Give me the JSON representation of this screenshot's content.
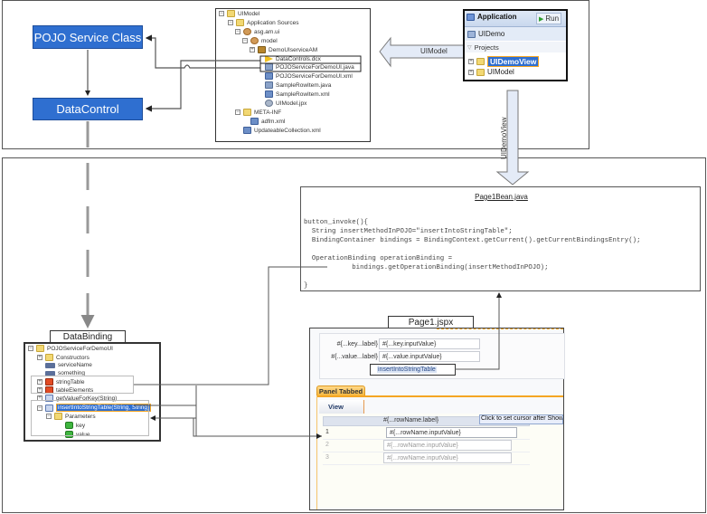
{
  "top_section": {
    "pojo_box": {
      "label": "POJO Service Class",
      "color": "#2f6fd0"
    },
    "datacontrol_box": {
      "label": "DataControl",
      "color": "#2f6fd0"
    },
    "uimodel_tree": {
      "items": [
        {
          "label": "UIModel",
          "icon": "project-icon",
          "toggle": "minus"
        },
        {
          "label": "Application Sources",
          "icon": "folder-icon",
          "toggle": "minus"
        },
        {
          "label": "asg.am.ui",
          "icon": "package-icon",
          "toggle": "minus"
        },
        {
          "label": "model",
          "icon": "package-icon",
          "toggle": "minus"
        },
        {
          "label": "DemoUIserviceAM",
          "icon": "app-module-icon",
          "toggle": "plus"
        },
        {
          "label": "DataControls.dcx",
          "icon": "dcx-icon",
          "toggle": ""
        },
        {
          "label": "POJOServiceForDemoUI.java",
          "icon": "java-file-icon",
          "toggle": ""
        },
        {
          "label": "POJOServiceForDemoUI.xml",
          "icon": "xml-file-icon",
          "toggle": ""
        },
        {
          "label": "SampleRowItem.java",
          "icon": "java-file-icon",
          "toggle": ""
        },
        {
          "label": "SampleRowItem.xml",
          "icon": "xml-file-icon",
          "toggle": ""
        },
        {
          "label": "UIModel.jpx",
          "icon": "jpx-file-icon",
          "toggle": ""
        },
        {
          "label": "META-INF",
          "icon": "folder-icon",
          "toggle": "minus"
        },
        {
          "label": "adfm.xml",
          "icon": "xml-file-icon",
          "toggle": ""
        },
        {
          "label": "UpdateableCollection.xml",
          "icon": "xml-file-icon",
          "toggle": ""
        }
      ]
    },
    "uimodel_arrow_label": "UIModel",
    "app_navigator": {
      "tab_application": "Application",
      "tab_run": "Run",
      "app_name": "UIDemo",
      "projects_header": "Projects",
      "projects": [
        {
          "label": "UIDemoView",
          "selected": true
        },
        {
          "label": "UIModel",
          "selected": false
        }
      ]
    }
  },
  "uidemoview_arrow_label": "UIDemoView",
  "bean_box": {
    "title": "Page1Bean.java",
    "code_lines": [
      "button_invoke(){",
      "  String insertMethodInPOJO=\"insertIntoStringTable\";",
      "  BindingContainer bindings = BindingContext.getCurrent().getCurrentBindingsEntry();",
      "",
      "  OperationBinding operationBinding =",
      "            bindings.getOperationBinding(insertMethodInPOJO);",
      "",
      "}"
    ]
  },
  "databinding": {
    "title": "DataBinding",
    "items": [
      {
        "label": "POJOServiceForDemoUI",
        "icon": "datacontrol-icon",
        "toggle": "minus"
      },
      {
        "label": "Constructors",
        "icon": "folder-icon",
        "toggle": "plus"
      },
      {
        "label": "serviceName",
        "icon": "attribute-icon",
        "toggle": ""
      },
      {
        "label": "something",
        "icon": "attribute-icon",
        "toggle": ""
      },
      {
        "label": "stringTable",
        "icon": "collection-icon",
        "toggle": "plus"
      },
      {
        "label": "tableElements",
        "icon": "collection-icon",
        "toggle": "plus"
      },
      {
        "label": "getValueForKey(String)",
        "icon": "method-icon",
        "toggle": "plus"
      },
      {
        "label": "insertIntoStringTable(String, String)",
        "icon": "method-icon",
        "toggle": "minus",
        "selected": true
      },
      {
        "label": "Parameters",
        "icon": "folder-icon",
        "toggle": "minus"
      },
      {
        "label": "key",
        "icon": "parameter-icon",
        "toggle": ""
      },
      {
        "label": "value",
        "icon": "parameter-icon",
        "toggle": ""
      }
    ]
  },
  "jspx": {
    "title": "Page1.jspx",
    "form": {
      "key_label": "#{...key...label}",
      "key_value": "#{...key.inputValue}",
      "value_label": "#{...value...label}",
      "value_value": "#{...value.inputValue}",
      "button": "insertIntoStringTable"
    },
    "panel_tab": "Panel Tabbed",
    "view_tab": "View",
    "table": {
      "header": "#{...rowName.label}",
      "tooltip": "Click to set cursor after Show D",
      "rows": [
        {
          "num": "1",
          "value": "#{...rowName.inputValue}"
        },
        {
          "num": "2",
          "value": "#{...rowName.inputValue}"
        },
        {
          "num": "3",
          "value": "#{...rowName.inputValue}"
        }
      ]
    },
    "accent_color": "#f5a623"
  }
}
